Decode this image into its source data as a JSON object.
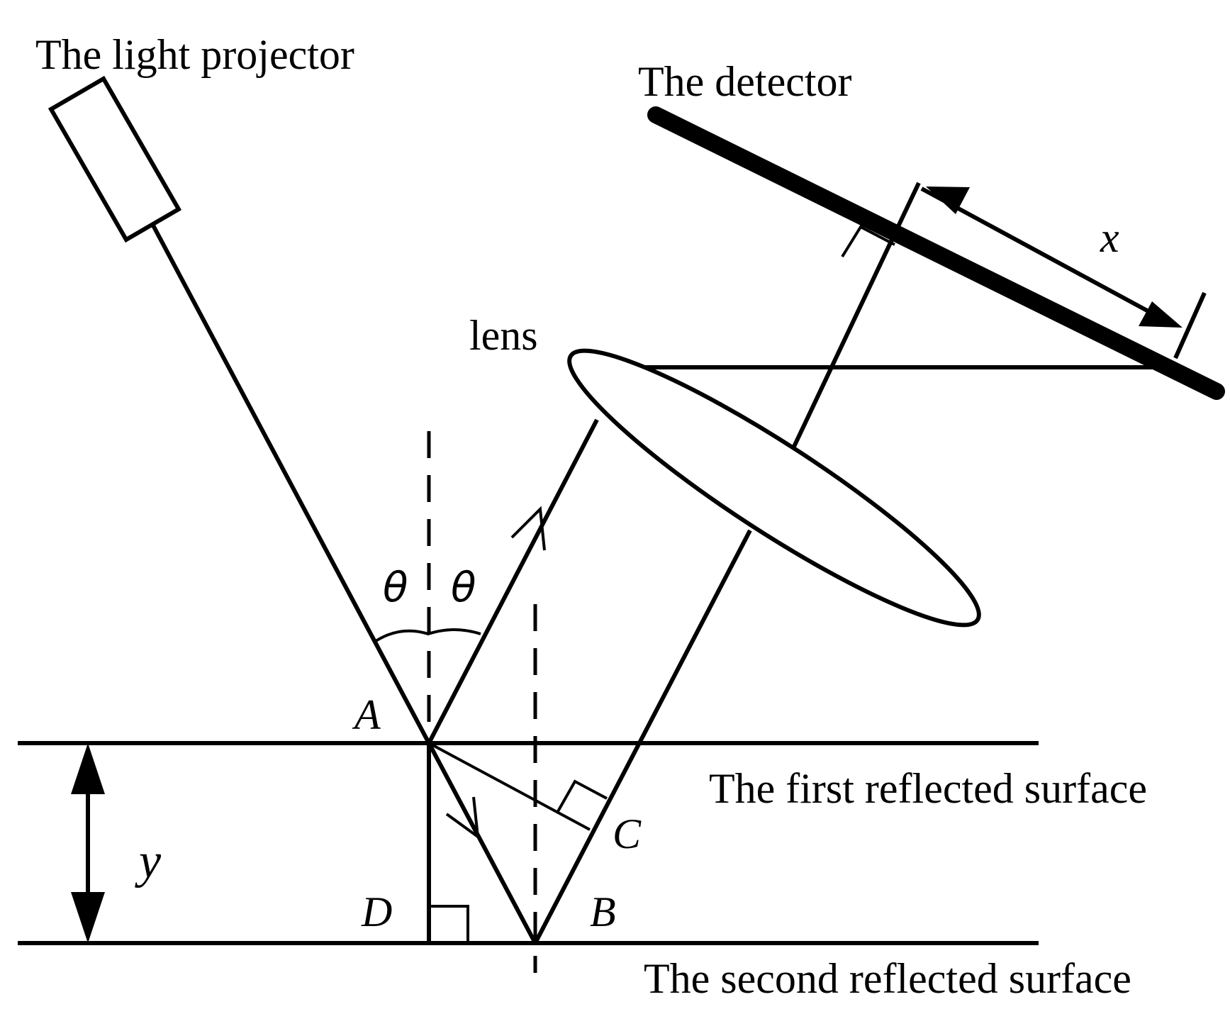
{
  "labels": {
    "projector": "The light projector",
    "detector": "The detector",
    "lens": "lens",
    "first_surface": "The first reflected surface",
    "second_surface": "The second reflected surface",
    "x": "x",
    "y": "y",
    "theta_left": "θ",
    "theta_right": "θ",
    "point_a": "A",
    "point_b": "B",
    "point_c": "C",
    "point_d": "D"
  }
}
